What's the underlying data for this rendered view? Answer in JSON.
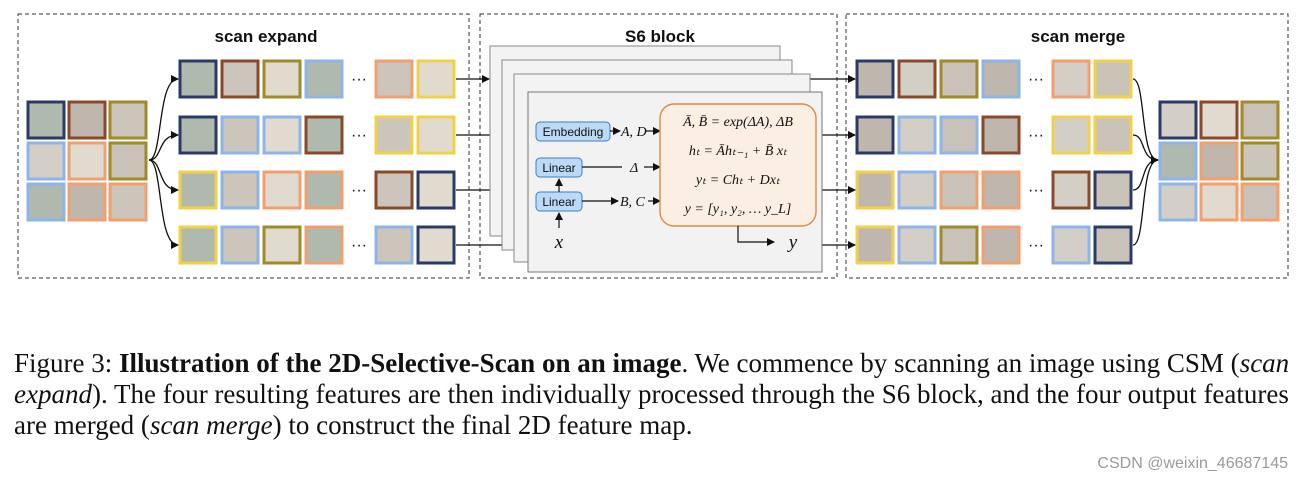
{
  "panels": {
    "scan_expand": "scan expand",
    "s6_block": "S6 block",
    "scan_merge": "scan merge"
  },
  "s6": {
    "embedding_label": "Embedding",
    "embedding_out": "A, D",
    "linear_top_label": "Linear",
    "linear_top_out": "Δ",
    "linear_bottom_label": "Linear",
    "linear_bottom_out": "B, C",
    "input_symbol": "x",
    "output_symbol": "y",
    "equations": [
      "Ā, B̄ = exp(ΔA), ΔB",
      "hₜ = Āhₜ₋₁ + B̄ xₜ",
      "yₜ = Chₜ + Dxₜ",
      "y = [y₁, y₂, … y_L]"
    ]
  },
  "ellipsis": "···",
  "colors": {
    "dark_navy": "#2b3a67",
    "brown": "#8a4a2a",
    "olive": "#a08a2a",
    "light_blue": "#8fb4e8",
    "orange": "#f0a070",
    "yellow": "#f2d14a",
    "equation_box": "#fbeee2",
    "equation_border": "#d98a4a",
    "block_button": "#bcd9f5",
    "block_button_border": "#3a7fc4"
  },
  "caption": {
    "prefix": "Figure 3: ",
    "bold": "Illustration of the 2D-Selective-Scan on an image",
    "p1": ". We commence by scanning an image using CSM (",
    "i1": "scan expand",
    "p2": "). The four resulting features are then individually processed through the S6 block, and the four output features are merged (",
    "i2": "scan merge",
    "p3": ") to construct the final 2D feature map."
  },
  "watermark": "CSDN @weixin_46687145"
}
